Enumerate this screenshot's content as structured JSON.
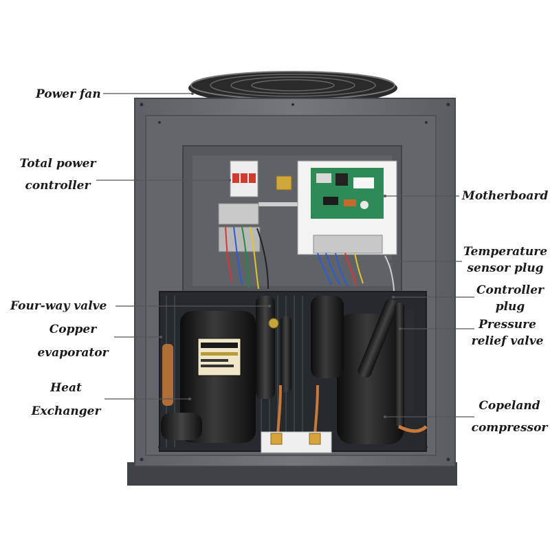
{
  "diagram": {
    "callouts": [
      {
        "id": "power-fan",
        "lines": [
          "Power fan"
        ]
      },
      {
        "id": "total-power-controller",
        "lines": [
          "Total power",
          "controller"
        ]
      },
      {
        "id": "four-way-valve",
        "lines": [
          "Four-way valve"
        ]
      },
      {
        "id": "copper-evaporator",
        "lines": [
          "Copper",
          "evaporator"
        ]
      },
      {
        "id": "heat-exchanger",
        "lines": [
          "Heat",
          "Exchanger"
        ]
      },
      {
        "id": "motherboard",
        "lines": [
          "Motherboard"
        ]
      },
      {
        "id": "temperature-sensor-plug",
        "lines": [
          "Temperature",
          "sensor plug"
        ]
      },
      {
        "id": "controller-plug",
        "lines": [
          "Controller",
          "plug"
        ]
      },
      {
        "id": "pressure-relief-valve",
        "lines": [
          "Pressure",
          "relief valve"
        ]
      },
      {
        "id": "copeland-compressor",
        "lines": [
          "Copeland",
          "compressor"
        ]
      }
    ],
    "colors": {
      "cabinet": "#6b6f74",
      "cabinet_dark": "#4a4d52",
      "panel_interior": "#5a5e63",
      "motherboard_green": "#2e8b57",
      "insulation_black": "#151515",
      "copper": "#c8793a",
      "leader_line": "#555555"
    }
  }
}
